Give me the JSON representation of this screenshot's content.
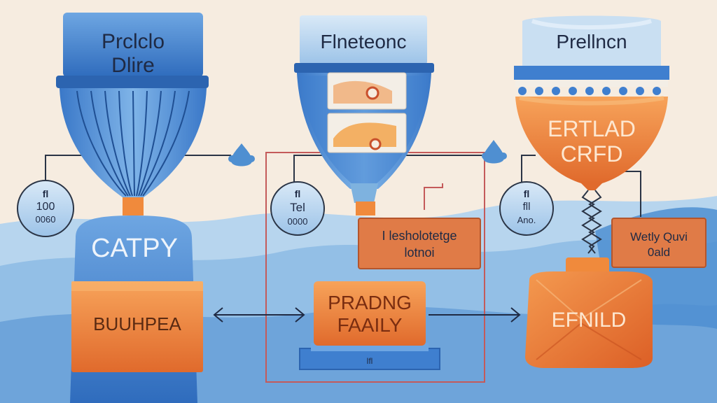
{
  "colors": {
    "background": "#f6ece0",
    "water_light": "#a9cdea",
    "water_mid": "#7eb2df",
    "water_dark": "#4f8fd1",
    "blue": "#3f7fcf",
    "blue_dark": "#2c64b0",
    "orange": "#f0873d",
    "orange_dark": "#d8612a",
    "connector_red": "#c45a5a",
    "line": "#2a3445"
  },
  "icons": [
    "funnel-icon",
    "bottle-icon",
    "sack-icon",
    "drop-icon",
    "coil-icon",
    "double-arrow-icon",
    "arrow-right-icon"
  ],
  "left_funnel": {
    "top_label_line1": "Prclclo",
    "top_label_line2": "Dlire"
  },
  "left_dial": {
    "line1": "fl",
    "line2": "100",
    "line3": "0060"
  },
  "left_container": {
    "label": "CATPY",
    "box_label": "BUUHPEA"
  },
  "middle_funnel": {
    "top_label": "Flneteonc"
  },
  "middle_dial": {
    "line1": "fl",
    "line2": "Tel",
    "line3": "0000"
  },
  "middle_note": {
    "line1": "I lesholotetge",
    "line2": "lotnoi"
  },
  "middle_box": {
    "line1": "PRADNG",
    "line2": "FAAILY",
    "base_label": "lfl"
  },
  "right_funnel": {
    "top_label": "Prellncn",
    "tank_line1": "ERTLAD",
    "tank_line2": "CRFD"
  },
  "right_dial": {
    "line1": "fl",
    "line2": "fll",
    "line3": "Ano."
  },
  "right_note": {
    "line1": "Wetly Quvi",
    "line2": "0ald"
  },
  "right_box": {
    "label": "EFNILD"
  }
}
